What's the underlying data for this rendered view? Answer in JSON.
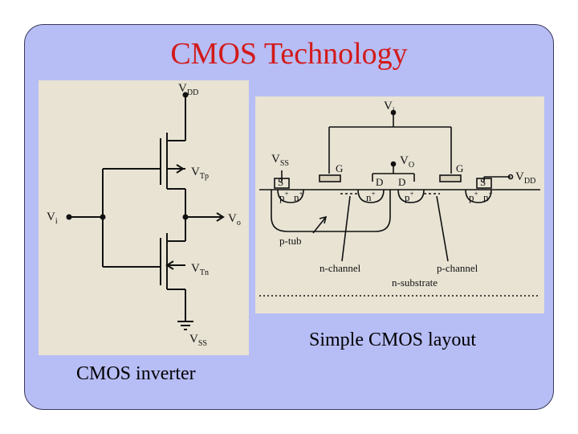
{
  "title": "CMOS Technology",
  "captions": {
    "right": "Simple CMOS layout",
    "left": "CMOS inverter"
  },
  "inverter": {
    "vdd": "V",
    "vdd_sub": "DD",
    "vtp": "V",
    "vtp_sub": "Tp",
    "vi": "V",
    "vi_sub": "i",
    "vo": "V",
    "vo_sub": "o",
    "vtn": "V",
    "vtn_sub": "Tn",
    "vss": "V",
    "vss_sub": "SS"
  },
  "layout": {
    "vi": "V",
    "vi_sub": "i",
    "vss": "V",
    "vss_sub": "SS",
    "vo": "V",
    "vo_sub": "O",
    "vdd": "V",
    "vdd_sub": "DD",
    "s_left": "S",
    "g_left": "G",
    "d_left": "D",
    "d_right": "D",
    "g_right": "G",
    "s_right": "S",
    "p_left": "p",
    "n_left": "n",
    "n_mid": "n",
    "p_mid": "p",
    "p_right": "p",
    "n_right": "n",
    "plus": "+",
    "p_tub": "p-tub",
    "n_channel": "n-channel",
    "p_channel": "p-channel",
    "n_substrate": "n-substrate"
  }
}
